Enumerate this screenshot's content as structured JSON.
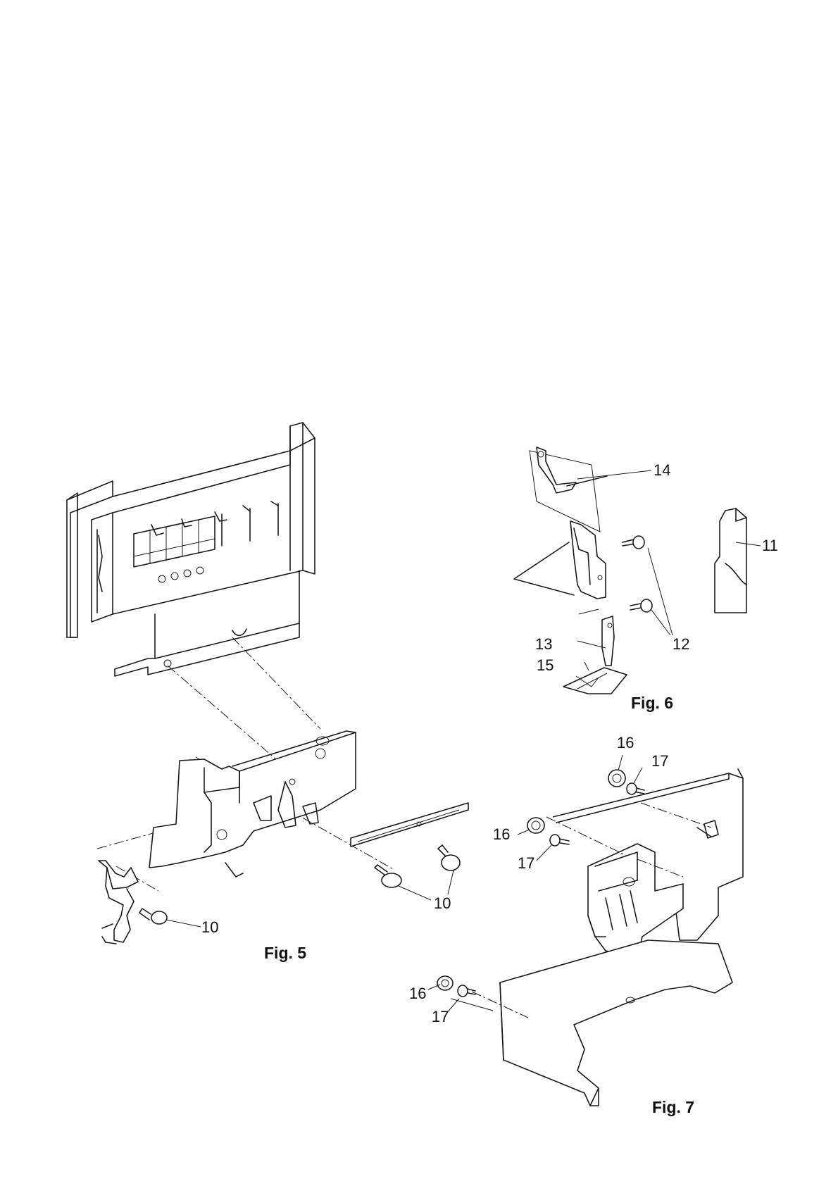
{
  "figures": {
    "fig5": {
      "title": "Fig. 5",
      "callouts": {
        "a": "10",
        "b": "10"
      }
    },
    "fig6": {
      "title": "Fig. 6",
      "callouts": {
        "p14": "14",
        "p11": "11",
        "p13": "13",
        "p12": "12",
        "p15": "15"
      }
    },
    "fig7": {
      "title": "Fig. 7",
      "callouts": {
        "a16": "16",
        "a17": "17",
        "b16": "16",
        "b17": "17",
        "c16": "16",
        "c17": "17"
      }
    }
  }
}
